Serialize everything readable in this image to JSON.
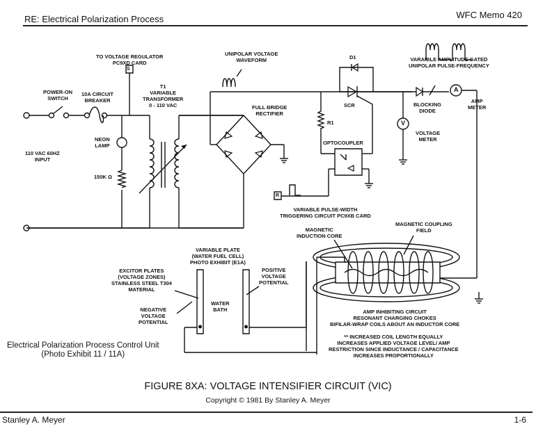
{
  "header": {
    "left": "RE: Electrical Polarization Process",
    "right": "WFC Memo 420"
  },
  "labels": {
    "voltage_regulator": [
      "TO VOLTAGE REGULATOR",
      "PC9XD CARD"
    ],
    "s_terminal": "S",
    "unipolar_waveform": [
      "UNIPOLAR VOLTAGE",
      "WAVEFORM"
    ],
    "d1": "D1",
    "gated_pulse": [
      "VARAIBLE AMPLITUDE GATED",
      "UNIPOLAR PULSE-FREQUENCY"
    ],
    "power_switch": [
      "POWER-ON",
      "SWITCH"
    ],
    "breaker": [
      "10A CIRCUIT",
      "BREAKER"
    ],
    "transformer": [
      "T1",
      "VARIABLE",
      "TRANSFORMER",
      "0 - 110 VAC"
    ],
    "rectifier": [
      "FULL BRIDGE",
      "RECTIFIER"
    ],
    "scr": "SCR",
    "blocking_diode": [
      "BLOCKING",
      "DIODE"
    ],
    "amp_meter_symbol": "A",
    "amp_meter": [
      "AMP",
      "METER"
    ],
    "neon_lamp": [
      "NEON",
      "LAMP"
    ],
    "input": [
      "110 VAC 60HZ",
      "INPUT"
    ],
    "r1": "R1",
    "voltage_meter_symbol": "V",
    "voltage_meter": [
      "VOLTAGE",
      "METER"
    ],
    "optocoupler": "OPTOCOUPLER",
    "resistor_150k": "150K Ω",
    "r_terminal": "R",
    "pulse_width": [
      "VARIABLE PULSE-WIDTH",
      "TRIGGERING CIRCUIT PC9XB CARD"
    ],
    "magnetic_core": [
      "MAGNETIC",
      "INDUCTION CORE"
    ],
    "coupling_field": [
      "MAGNETIC COUPLING",
      "FIELD"
    ],
    "variable_plate": [
      "VARIABLE PLATE",
      "(WATER FUEL CELL)",
      "PHOTO EXHIBIT (E1A)"
    ],
    "excitor_plates": [
      "EXCITOR PLATES",
      "(VOLTAGE ZONES)",
      "STAINLESS STEEL T304",
      "MATERIAL"
    ],
    "positive_potential": [
      "POSITIVE",
      "VOLTAGE",
      "POTENTIAL"
    ],
    "negative_potential": [
      "NEGATIVE",
      "VOLTAGE",
      "POTENTIAL"
    ],
    "water_bath": [
      "WATER",
      "BATH"
    ],
    "amp_inhibiting": [
      "AMP INHIBITING CIRCUIT",
      "RESONANT CHARGING CHOKES",
      "BIFILAR-WRAP COILS ABOUT AN INDUCTOR CORE"
    ],
    "coil_note": [
      "** INCREASED COIL LENGTH EQUALLY",
      "INCREASES APPLIED VOLTAGE LEVEL/ AMP",
      "RESTRICTION SINCE INDUCTANCE / CAPACITANCE",
      "INCREASES PROPORTIONALLY"
    ],
    "control_unit": [
      "Electrical Polarization Process Control Unit",
      "(Photo Exhibit 11  / 11A)"
    ]
  },
  "caption": {
    "figure": "FIGURE 8XA:  VOLTAGE INTENSIFIER CIRCUIT (VIC)",
    "copyright": "Copyright © 1981 By Stanley A. Meyer"
  },
  "footer": {
    "author": "Stanley A. Meyer",
    "page": "1-6"
  }
}
